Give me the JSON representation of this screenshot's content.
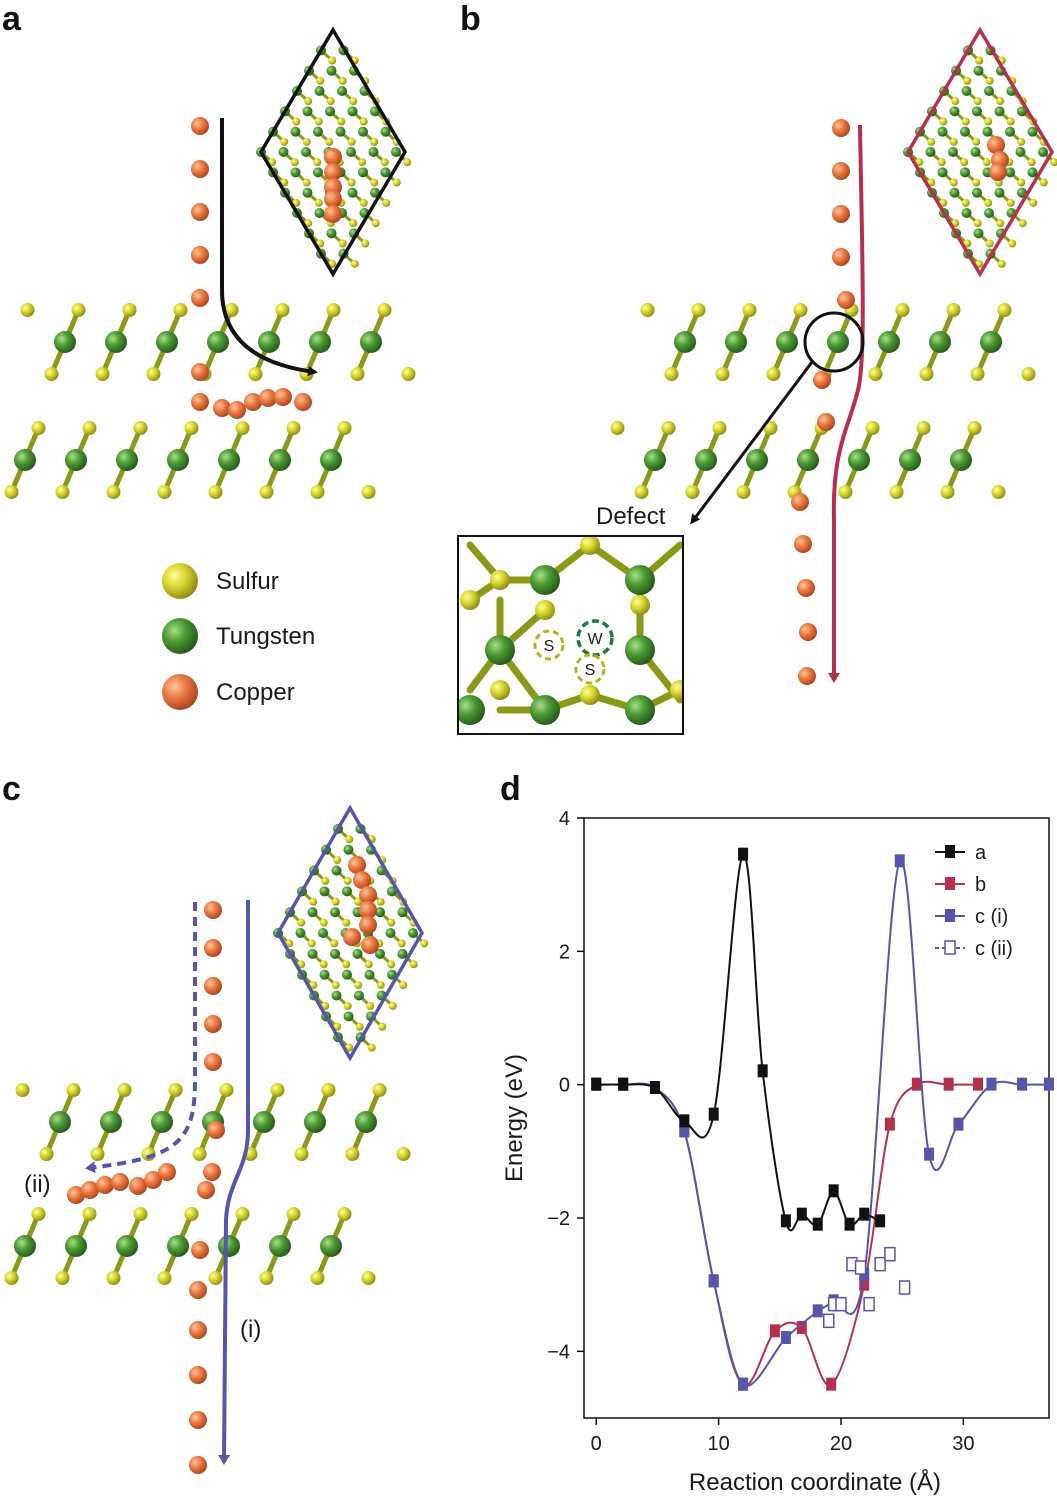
{
  "panels": {
    "a": "a",
    "b": "b",
    "c": "c",
    "d": "d"
  },
  "legend_atoms": [
    {
      "label": "Sulfur",
      "color": "#c8c81e"
    },
    {
      "label": "Tungsten",
      "color": "#3f8a2a"
    },
    {
      "label": "Copper",
      "color": "#e8703a"
    }
  ],
  "annotations": {
    "defect": "Defect",
    "defect_s1": "S",
    "defect_w": "W",
    "defect_s2": "S",
    "path_i": "(i)",
    "path_ii": "(ii)"
  },
  "colors": {
    "sulfur": "#c8c81e",
    "tungsten": "#3f8a2a",
    "copper": "#e8703a",
    "path_a": "#111111",
    "path_b": "#b5304f",
    "path_c": "#5555aa"
  },
  "chart_data": {
    "type": "line",
    "xlabel": "Reaction coordinate (Å)",
    "ylabel": "Energy (eV)",
    "xlim": [
      -1,
      37
    ],
    "ylim": [
      -5,
      4
    ],
    "xticks": [
      0,
      10,
      20,
      30
    ],
    "yticks": [
      4,
      2,
      0,
      -2,
      -4
    ],
    "legend_position": "top-right",
    "series": [
      {
        "name": "a",
        "color": "#111111",
        "marker": "filled-square",
        "line": "solid",
        "x": [
          0,
          2.2,
          4.8,
          7.2,
          9.6,
          12,
          13.6,
          15.5,
          16.8,
          18.1,
          19.4,
          20.7,
          21.9,
          23.2
        ],
        "y": [
          0,
          0,
          -0.05,
          -0.55,
          -0.45,
          3.45,
          0.2,
          -2.05,
          -1.95,
          -2.1,
          -1.6,
          -2.1,
          -1.95,
          -2.05
        ]
      },
      {
        "name": "b",
        "color": "#b5304f",
        "marker": "filled-square",
        "line": "solid",
        "x": [
          0,
          2.2,
          4.8,
          7.2,
          9.6,
          12,
          14.6,
          16.8,
          19.2,
          21.9,
          24,
          26.2,
          28.8,
          31.2
        ],
        "y": [
          0,
          0,
          -0.05,
          -0.7,
          -2.95,
          -4.5,
          -3.7,
          -3.65,
          -4.5,
          -3.0,
          -0.6,
          0,
          0,
          0
        ]
      },
      {
        "name": "c (i)",
        "color": "#5555aa",
        "marker": "filled-square",
        "line": "solid",
        "x": [
          0,
          2.2,
          4.8,
          7.2,
          9.6,
          12,
          15.5,
          18.1,
          19.4,
          21.9,
          24.8,
          27.2,
          29.6,
          32.3,
          34.8,
          37
        ],
        "y": [
          0,
          0,
          -0.05,
          -0.7,
          -2.95,
          -4.5,
          -3.8,
          -3.4,
          -3.25,
          -2.85,
          3.35,
          -1.05,
          -0.6,
          0,
          0,
          0
        ]
      },
      {
        "name": "c (ii)",
        "color": "#5555aa",
        "marker": "open-square",
        "line": "dashed",
        "x": [
          19.0,
          19.4,
          20.0,
          20.9,
          21.6,
          22.3,
          23.2,
          24.0,
          25.2
        ],
        "y": [
          -3.55,
          -3.3,
          -3.3,
          -2.7,
          -2.75,
          -3.3,
          -2.7,
          -2.55,
          -3.05
        ]
      }
    ]
  }
}
